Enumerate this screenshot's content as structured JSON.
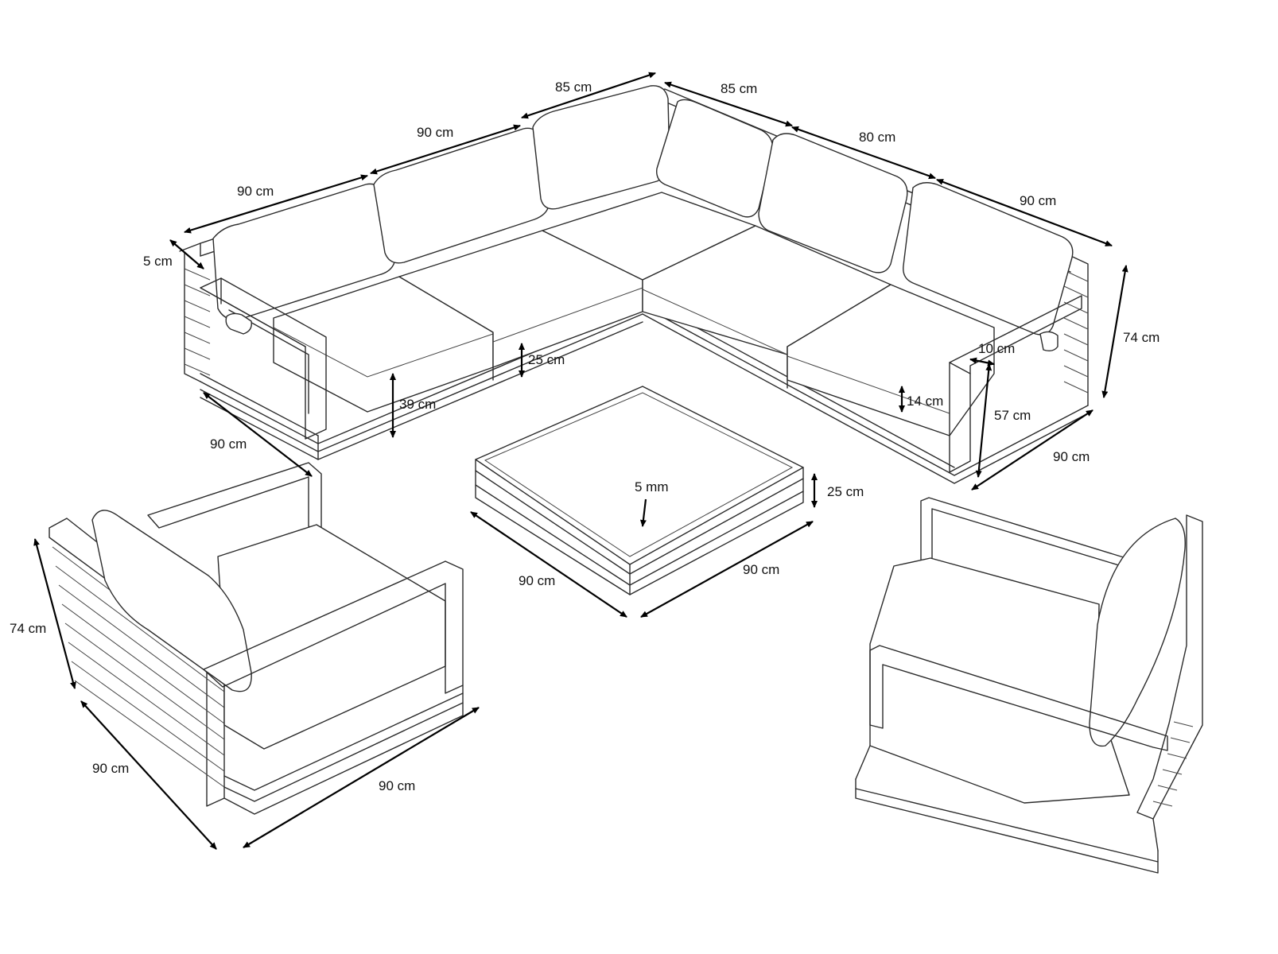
{
  "diagram": {
    "sectional": {
      "back_segments": [
        "90 cm",
        "90 cm",
        "85 cm",
        "85 cm",
        "80 cm",
        "90 cm"
      ],
      "frame_thickness": "5 cm",
      "side_depth_left": "90 cm",
      "side_depth_right": "90 cm",
      "total_height": "74 cm",
      "seat_height": "39 cm",
      "base_height": "25 cm",
      "armrest_width": "10 cm",
      "cushion_thickness": "14 cm",
      "arm_height": "57 cm"
    },
    "coffee_table": {
      "glass_thickness": "5 mm",
      "height": "25 cm",
      "width": "90 cm",
      "depth": "90 cm"
    },
    "armchair_left": {
      "height": "74 cm",
      "depth": "90 cm",
      "width": "90 cm"
    }
  }
}
